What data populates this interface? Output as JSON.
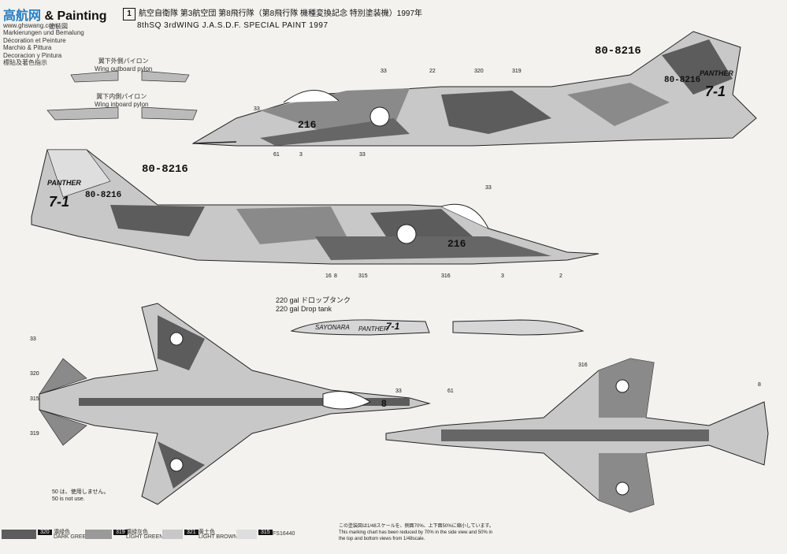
{
  "brand": {
    "logo": "高航网",
    "title": "& Painting",
    "sub_title": "塗装図",
    "site": "www.ghswang.com"
  },
  "languages": [
    "Markierungen und Bemalung",
    "Décoration et Peinture",
    "Marchio & Pittura",
    "Decoracion y Pintura",
    "標貼及著色指示"
  ],
  "header": {
    "number": "1",
    "line1": "航空自衛隊 第3航空団 第8飛行隊（第8飛行隊 機種変換記念 特別塗装機）1997年",
    "line2": "8thSQ 3rdWING J.A.S.D.F. SPECIAL PAINT 1997"
  },
  "pylons": {
    "outboard": {
      "jp": "翼下外側パイロン",
      "en": "Wing outboard pylon"
    },
    "inboard": {
      "jp": "翼下内側パイロン",
      "en": "Wing inboard pylon"
    }
  },
  "drop_tank": {
    "jp": "220 gal ドロップタンク",
    "en": "220 gal Drop tank",
    "text1": "SAYONARA",
    "text2": "PANTHER",
    "text3": "7-1"
  },
  "aircraft": {
    "serial": "80-8216",
    "number": "216",
    "tail_text": "PANTHER",
    "tail_code": "7-1",
    "belly_code": "8"
  },
  "notes": {
    "jp": "50 は、使用しません。",
    "en": "50 is not use."
  },
  "footer_note": {
    "jp": "この塗装図は1/48スケールを、側面70%、上下面50%に縮小しています。",
    "en1": "This marking chart has been reduced by 70% in the side view and 50% in",
    "en2": "the top and bottom views from 1/48scale."
  },
  "colors": [
    {
      "code": "320",
      "jp": "濃緑色",
      "en": "DARK GREEN",
      "hex": "#5c5c5c"
    },
    {
      "code": "319",
      "jp": "濃緑灰色",
      "en": "LIGHT GREEN",
      "hex": "#9a9a9a"
    },
    {
      "code": "321",
      "jp": "黄土色",
      "en": "LIGHT BROWN",
      "hex": "#c8c8c8"
    },
    {
      "code": "315",
      "jp": "",
      "en": "FS16440",
      "hex": "#dedede"
    }
  ]
}
